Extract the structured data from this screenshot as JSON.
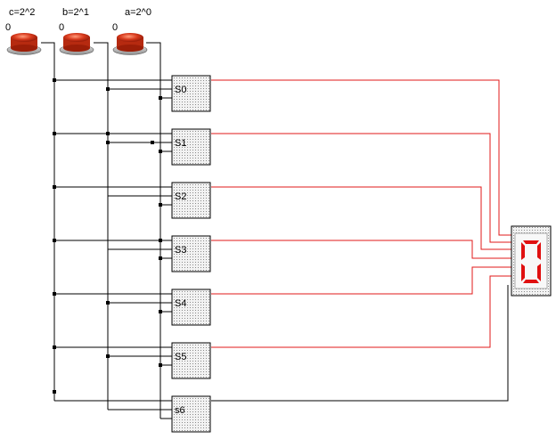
{
  "inputs": [
    {
      "label": "c=2^2",
      "value": "0"
    },
    {
      "label": "b=2^1",
      "value": "0"
    },
    {
      "label": "a=2^0",
      "value": "0"
    }
  ],
  "segments": [
    {
      "label": "S0"
    },
    {
      "label": "S1"
    },
    {
      "label": "S2"
    },
    {
      "label": "S3"
    },
    {
      "label": "S4"
    },
    {
      "label": "S5"
    },
    {
      "label": "s6"
    }
  ],
  "display": {
    "digit": "0",
    "segment_color": "#e01010"
  },
  "colors": {
    "wire": "#000000",
    "signal_wire": "#e01818",
    "block_fill": "#e4e4e4"
  }
}
